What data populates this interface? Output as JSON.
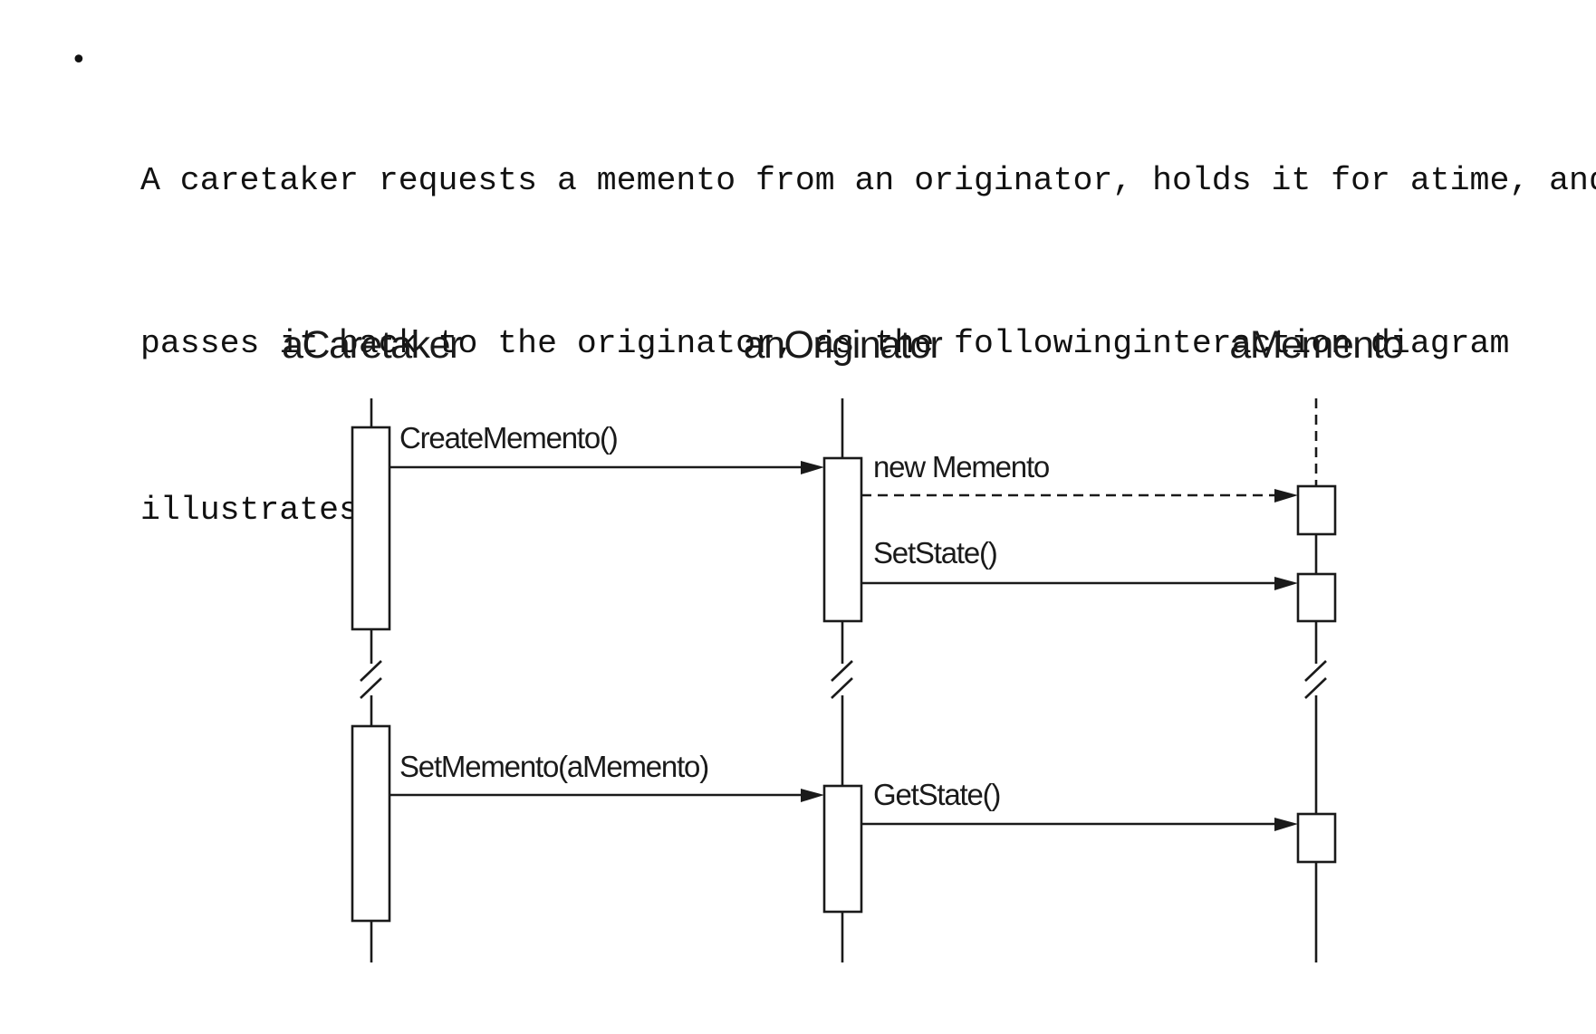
{
  "bullet": {
    "symbol": "•",
    "lines": [
      "A caretaker requests a memento from an originator, holds it for atime, and",
      "passes it back to the originator, as the followinginteraction diagram",
      "illustrates:"
    ]
  },
  "diagram": {
    "objects": {
      "caretaker": "aCaretaker",
      "originator": "anOriginator",
      "memento": "aMemento"
    },
    "messages": {
      "create_memento": "CreateMemento()",
      "new_memento": "new Memento",
      "set_state": "SetState()",
      "set_memento": "SetMemento(aMemento)",
      "get_state": "GetState()"
    }
  }
}
